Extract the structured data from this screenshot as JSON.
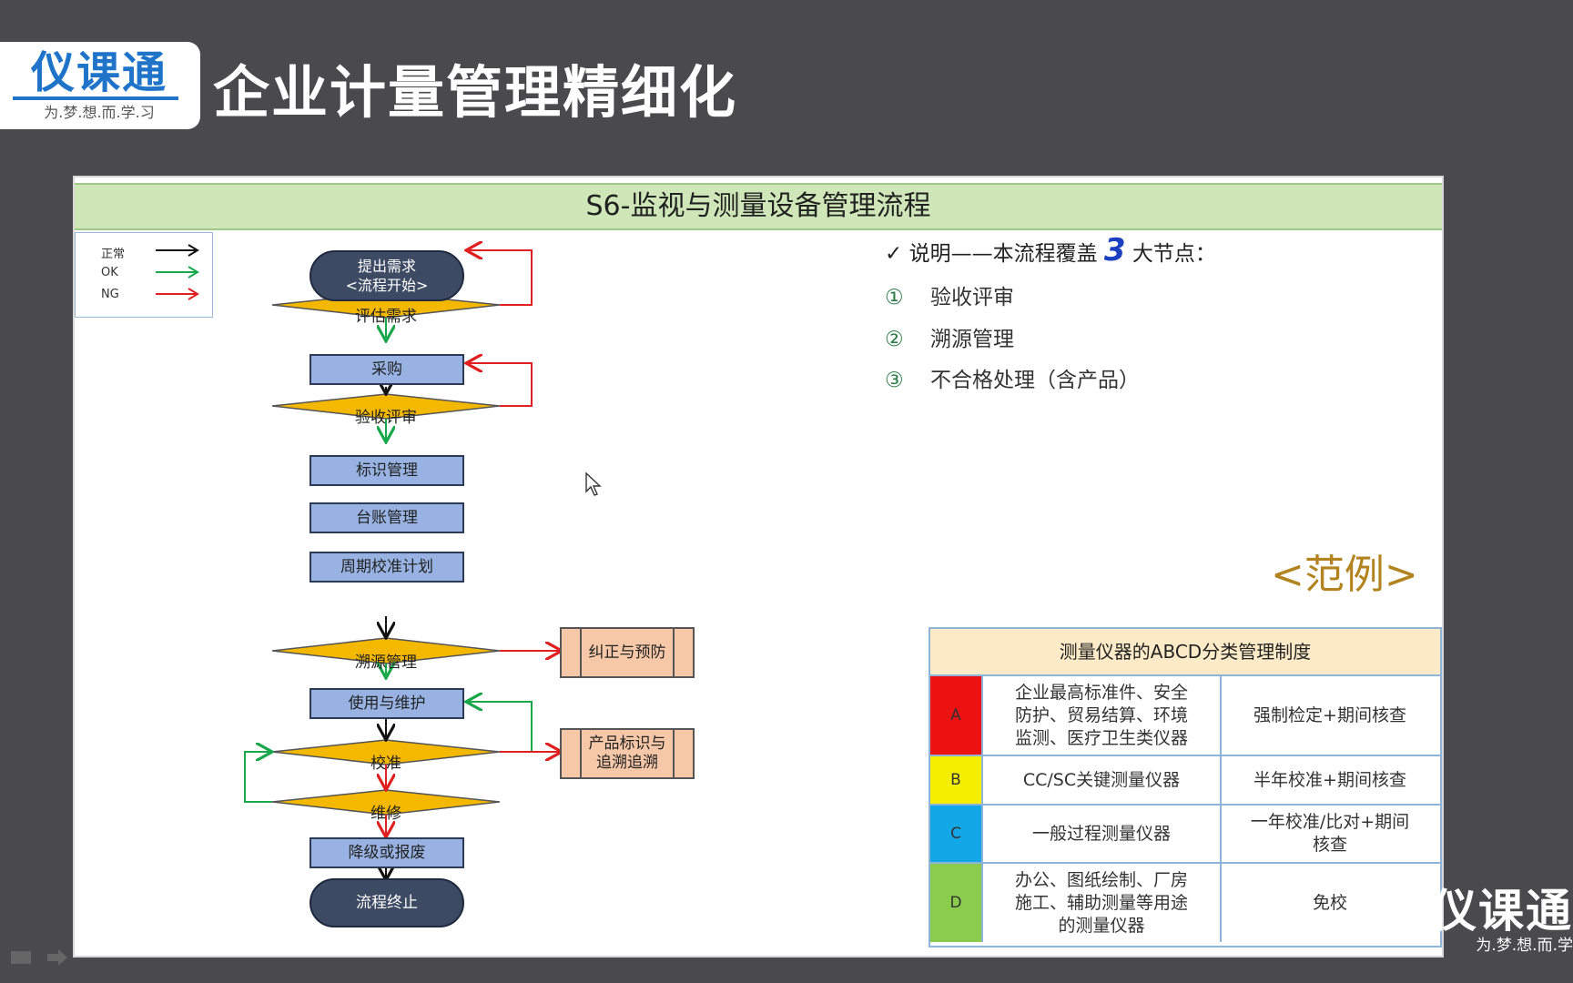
{
  "logo": {
    "main": "仪课通",
    "sub": "为.梦.想.而.学.习"
  },
  "title": "企业计量管理精细化",
  "slide": {
    "header": "S6-监视与测量设备管理流程",
    "legend": [
      {
        "label": "正常",
        "color": "#111111"
      },
      {
        "label": "OK",
        "color": "#18a84a"
      },
      {
        "label": "NG",
        "color": "#e02020"
      }
    ],
    "flow": {
      "start": "提出需求\n<流程开始>",
      "evaluate": "评估需求",
      "purchase": "采购",
      "acceptance": "验收评审",
      "identification": "标识管理",
      "ledger": "台账管理",
      "plan": "周期校准计划",
      "traceability": "溯源管理",
      "use": "使用与维护",
      "calibration": "校准",
      "repair": "维修",
      "scrap": "降级或报废",
      "end": "流程终止",
      "corrective": "纠正与预防",
      "product_trace": "产品标识与\n追溯追溯"
    },
    "notes": {
      "check": "✓",
      "intro_pre": "说明——本流程覆盖",
      "intro_num": "3",
      "intro_post": "大节点：",
      "items": [
        {
          "num": "①",
          "text": "验收评审"
        },
        {
          "num": "②",
          "text": "溯源管理"
        },
        {
          "num": "③",
          "text": "不合格处理（含产品）"
        }
      ]
    },
    "example": "<范例>",
    "table": {
      "title": "测量仪器的ABCD分类管理制度",
      "rows": [
        {
          "grade": "A",
          "color": "#ee1111",
          "desc": "企业最高标准件、安全\n防护、贸易结算、环境\n监测、医疗卫生类仪器",
          "method": "强制检定+期间核查"
        },
        {
          "grade": "B",
          "color": "#f5ee00",
          "desc": "CC/SC关键测量仪器",
          "method": "半年校准+期间核查"
        },
        {
          "grade": "C",
          "color": "#12a8e8",
          "desc": "一般过程测量仪器",
          "method": "一年校准/比对+期间\n核查"
        },
        {
          "grade": "D",
          "color": "#8ccc4c",
          "desc": "办公、图纸绘制、厂房\n施工、辅助测量等用途\n的测量仪器",
          "method": "免校"
        }
      ]
    }
  },
  "watermark": {
    "main": "仪课通",
    "sub": "为.梦.想.而.学"
  },
  "icons": {
    "cursor": "pointer-cursor-icon",
    "slides": "slides-icon",
    "next": "arrow-right-icon"
  }
}
